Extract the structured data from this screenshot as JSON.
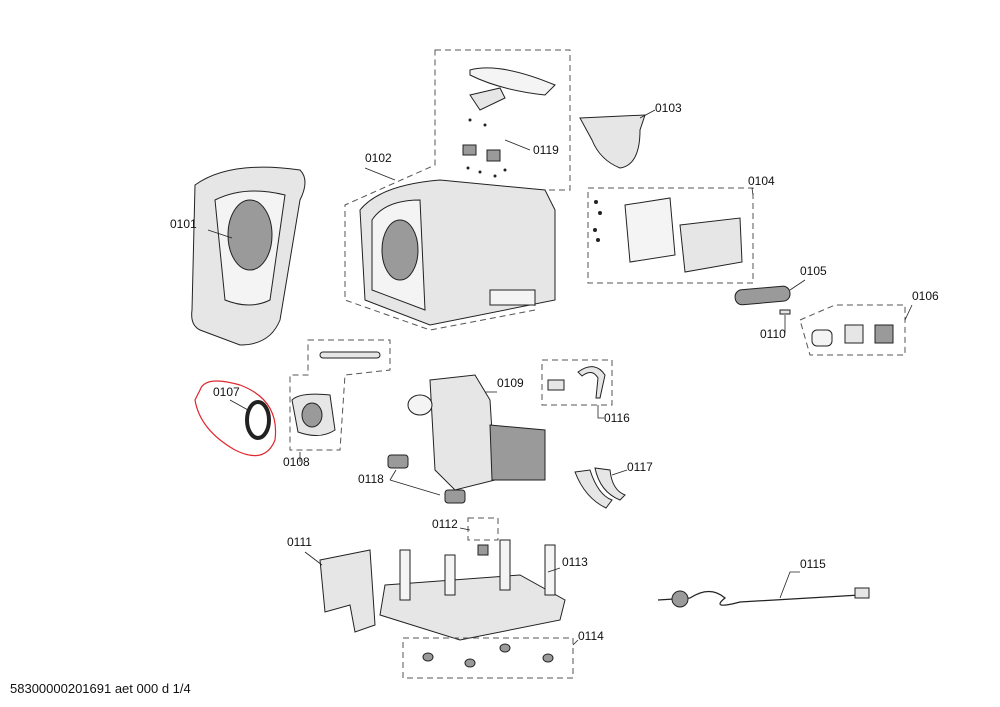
{
  "labels": {
    "p0101": "0101",
    "p0102": "0102",
    "p0103": "0103",
    "p0104": "0104",
    "p0105": "0105",
    "p0106": "0106",
    "p0107": "0107",
    "p0108": "0108",
    "p0109": "0109",
    "p0110": "0110",
    "p0111": "0111",
    "p0112": "0112",
    "p0113": "0113",
    "p0114": "0114",
    "p0115": "0115",
    "p0116": "0116",
    "p0117": "0117",
    "p0118": "0118",
    "p0119": "0119"
  },
  "footer": "58300000201691 aet 000 d 1/4",
  "colors": {
    "highlight": "#e0282f"
  }
}
